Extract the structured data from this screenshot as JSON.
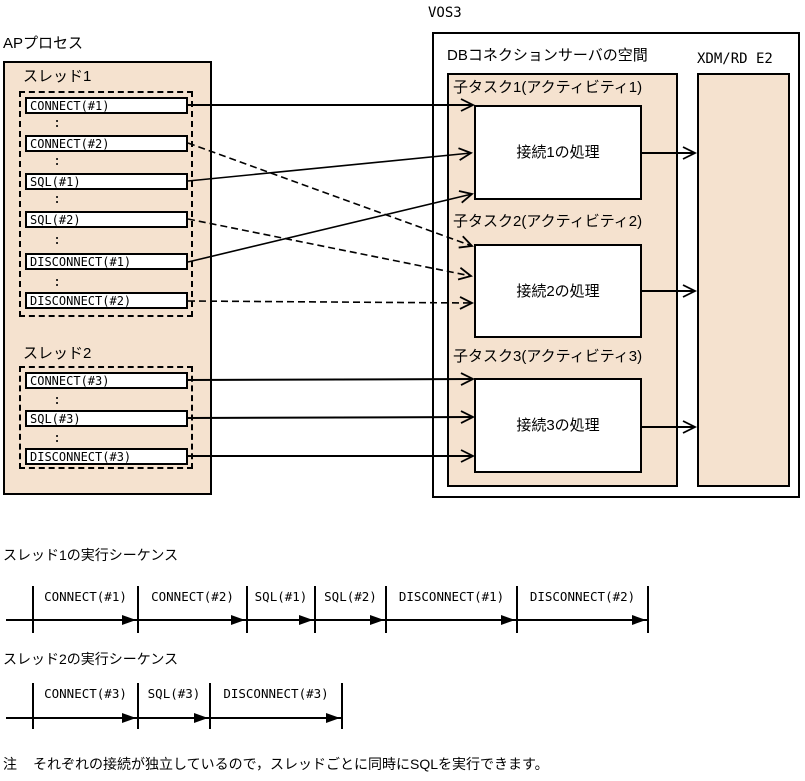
{
  "colors": {
    "beige": "#f5e2cf",
    "line": "#000000",
    "bg": "#ffffff"
  },
  "ap": {
    "label": "APプロセス",
    "colon": ":",
    "threads": [
      {
        "label": "スレッド1",
        "commands": [
          {
            "label": "CONNECT(#1)"
          },
          {
            "label": "CONNECT(#2)"
          },
          {
            "label": "SQL(#1)"
          },
          {
            "label": "SQL(#2)"
          },
          {
            "label": "DISCONNECT(#1)"
          },
          {
            "label": "DISCONNECT(#2)"
          }
        ]
      },
      {
        "label": "スレッド2",
        "commands": [
          {
            "label": "CONNECT(#3)"
          },
          {
            "label": "SQL(#3)"
          },
          {
            "label": "DISCONNECT(#3)"
          }
        ]
      }
    ]
  },
  "vos3": {
    "label": "VOS3"
  },
  "db": {
    "label": "DBコネクションサーバの空間",
    "tasks": [
      {
        "label": "子タスク1(アクティビティ1)",
        "process": "接続1の処理"
      },
      {
        "label": "子タスク2(アクティビティ2)",
        "process": "接続2の処理"
      },
      {
        "label": "子タスク3(アクティビティ3)",
        "process": "接続3の処理"
      }
    ]
  },
  "xdm": {
    "label": "XDM/RD E2"
  },
  "sequences": [
    {
      "title": "スレッド1の実行シーケンス",
      "steps": [
        "CONNECT(#1)",
        "CONNECT(#2)",
        "SQL(#1)",
        "SQL(#2)",
        "DISCONNECT(#1)",
        "DISCONNECT(#2)"
      ]
    },
    {
      "title": "スレッド2の実行シーケンス",
      "steps": [
        "CONNECT(#3)",
        "SQL(#3)",
        "DISCONNECT(#3)"
      ]
    }
  ],
  "note": {
    "prefix": "注",
    "text": "それぞれの接続が独立しているので，スレッドごとに同時にSQLを実行できます。"
  }
}
